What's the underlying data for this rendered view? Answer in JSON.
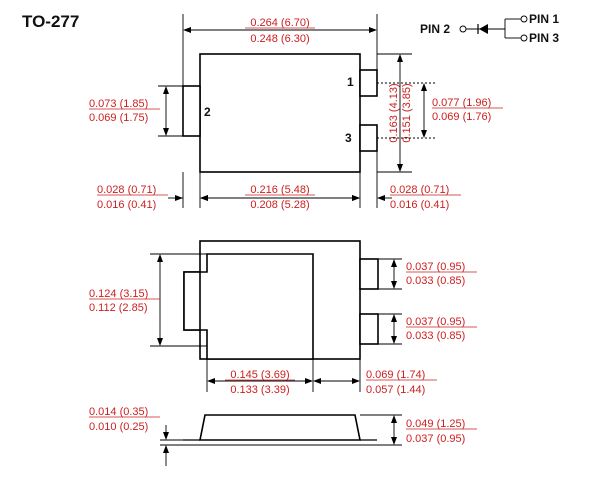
{
  "title": "TO-277",
  "schematic": {
    "pin2": "PIN 2",
    "pin1": "PIN 1",
    "pin3": "PIN 3"
  },
  "pin_numbers": {
    "p1": "1",
    "p2": "2",
    "p3": "3"
  },
  "top_view": {
    "width_max": "0.264 (6.70)",
    "width_min": "0.248 (6.30)",
    "pin2_h_max": "0.073 (1.85)",
    "pin2_h_min": "0.069 (1.75)",
    "height_max": "0.163 (4.13)",
    "height_min": "0.151 (3.85)",
    "pin13_pitch_max": "0.077 (1.96)",
    "pin13_pitch_min": "0.069 (1.76)",
    "left_lead_max": "0.028 (0.71)",
    "left_lead_min": "0.016 (0.41)",
    "inner_w_max": "0.216 (5.48)",
    "inner_w_min": "0.208 (5.28)",
    "right_lead_max": "0.028 (0.71)",
    "right_lead_min": "0.016 (0.41)"
  },
  "bottom_view": {
    "pad_h_max": "0.124 (3.15)",
    "pad_h_min": "0.112 (2.85)",
    "pin1_w_max": "0.037 (0.95)",
    "pin1_w_min": "0.033 (0.85)",
    "pin3_w_max": "0.037 (0.95)",
    "pin3_w_min": "0.033 (0.85)",
    "pad_w_max": "0.145 (3.69)",
    "pad_w_min": "0.133 (3.39)",
    "pin_len_max": "0.069 (1.74)",
    "pin_len_min": "0.057 (1.44)"
  },
  "side_view": {
    "standoff_max": "0.014 (0.35)",
    "standoff_min": "0.010 (0.25)",
    "thickness_max": "0.049 (1.25)",
    "thickness_min": "0.037 (0.95)"
  }
}
